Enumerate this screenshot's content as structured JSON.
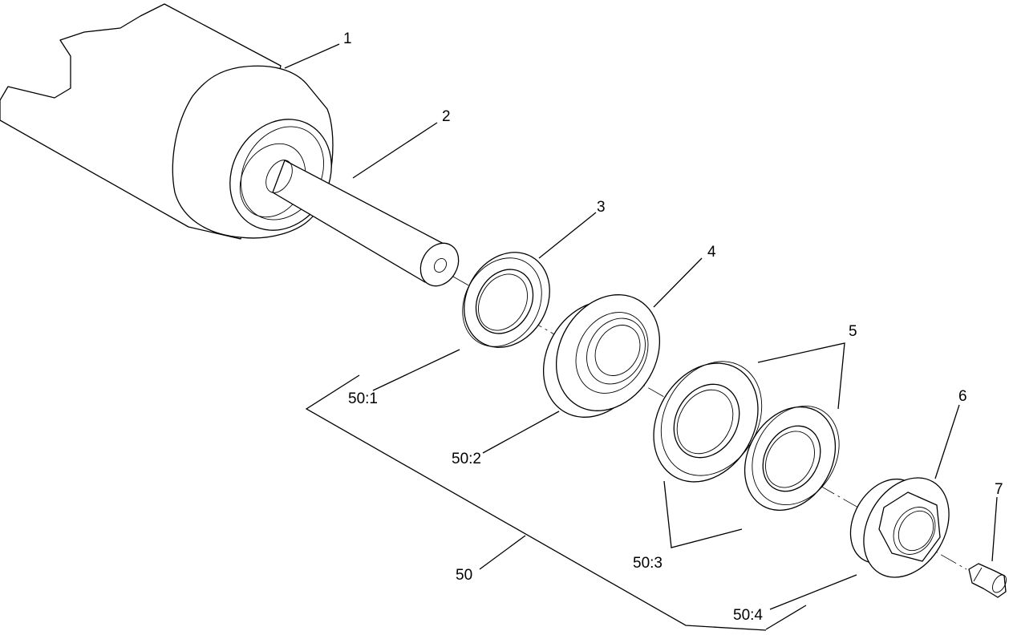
{
  "diagram": {
    "type": "exploded-parts-view",
    "callouts": [
      {
        "id": "c1",
        "text": "1"
      },
      {
        "id": "c2",
        "text": "2"
      },
      {
        "id": "c3",
        "text": "3"
      },
      {
        "id": "c4",
        "text": "4"
      },
      {
        "id": "c5",
        "text": "5"
      },
      {
        "id": "c6",
        "text": "6"
      },
      {
        "id": "c7",
        "text": "7"
      },
      {
        "id": "c50",
        "text": "50"
      },
      {
        "id": "c50_1",
        "text": "50:1"
      },
      {
        "id": "c50_2",
        "text": "50:2"
      },
      {
        "id": "c50_3",
        "text": "50:3"
      },
      {
        "id": "c50_4",
        "text": "50:4"
      }
    ]
  }
}
